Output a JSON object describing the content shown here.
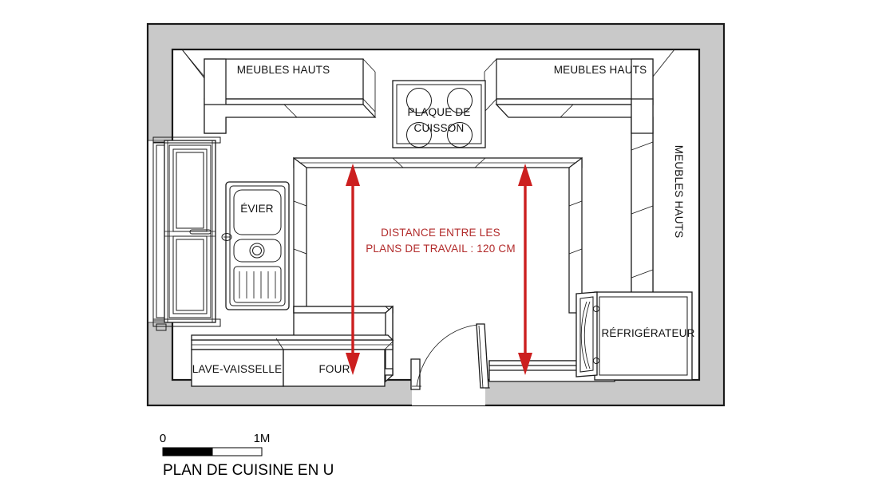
{
  "document": {
    "title": "PLAN DE CUISINE EN U",
    "type": "architectural-floor-plan",
    "language": "fr"
  },
  "labels": {
    "upper_cabinets_left": "MEUBLES HAUTS",
    "upper_cabinets_right": "MEUBLES HAUTS",
    "upper_cabinets_side": "MEUBLES HAUTS",
    "cooktop_line1": "PLAQUE DE",
    "cooktop_line2": "CUISSON",
    "sink": "ÉVIER",
    "dishwasher": "LAVE-VAISSELLE",
    "oven": "FOUR",
    "refrigerator": "RÉFRIGÉRATEUR"
  },
  "annotation": {
    "line1": "DISTANCE ENTRE LES",
    "line2": "PLANS DE TRAVAIL : 120 CM",
    "value_cm": 120,
    "color": "#b22b2b"
  },
  "scale_bar": {
    "start_label": "0",
    "end_label": "1M",
    "unit": "meter"
  },
  "colors": {
    "wall": "#c9c9c9",
    "outline": "#1a1a1a",
    "accent_red": "#cc1f1f",
    "text_red": "#b22b2b",
    "background": "#ffffff"
  }
}
